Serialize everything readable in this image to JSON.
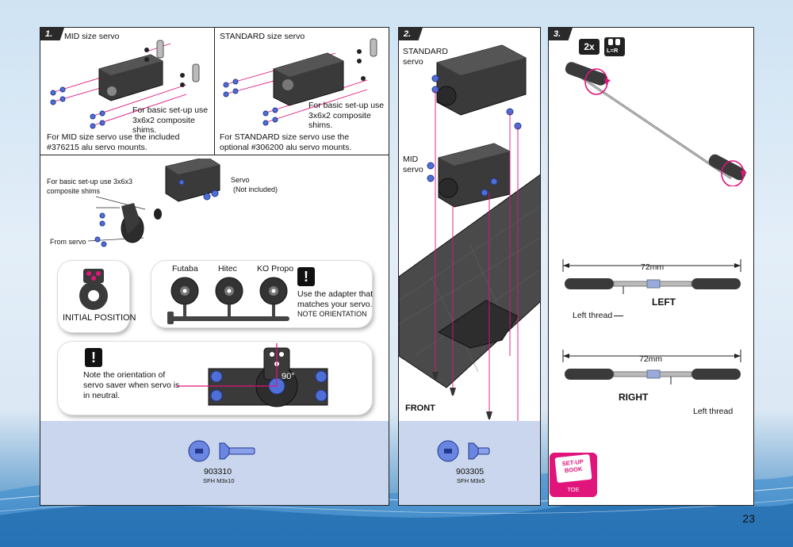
{
  "page_number": "23",
  "step1": {
    "number": "1.",
    "mid_title": "MID size servo",
    "standard_title": "STANDARD size servo",
    "mid_shim_note": "For basic set-up use 3x6x2 composite shims.",
    "standard_shim_note": "For basic set-up use 3x6x2 composite shims.",
    "mid_mount_note_1": "For MID size servo use the included",
    "mid_mount_note_2": "#376215 alu servo mounts.",
    "standard_mount_note_1": "For STANDARD size servo use the",
    "standard_mount_note_2": "optional #306200 alu servo mounts.",
    "saver_shim_note_1": "For basic set-up use 3x6x3",
    "saver_shim_note_2": "composite shims",
    "servo_label": "Servo",
    "servo_label_2": "(Not included)",
    "from_servo": "From servo",
    "initial_position": "INITIAL POSITION",
    "adapters": [
      "Futaba",
      "Hitec",
      "KO Propo"
    ],
    "adapter_note_1": "Use the adapter that",
    "adapter_note_2": "matches your servo.",
    "adapter_note_3": "NOTE ORIENTATION",
    "warn_symbol": "!",
    "orientation_note_1": "Note the orientation of",
    "orientation_note_2": "servo saver when servo is",
    "orientation_note_3": "in neutral.",
    "angle": "90°",
    "part_code": "903310",
    "part_desc": "SFH M3x10"
  },
  "step2": {
    "number": "2.",
    "standard_label_1": "STANDARD",
    "standard_label_2": "servo",
    "mid_label_1": "MID",
    "mid_label_2": "servo",
    "front_label": "FRONT",
    "part_code": "903305",
    "part_desc": "SFH M3x5"
  },
  "step3": {
    "number": "3.",
    "qty_badge": "2x",
    "lr_badge": "L=R",
    "left_length": "72mm",
    "left_label": "LEFT",
    "left_thread_note": "Left thread",
    "right_length": "72mm",
    "right_label": "RIGHT",
    "right_thread_note": "Left thread",
    "setup_book_1": "SET-UP",
    "setup_book_2": "BOOK",
    "setup_book_3": "TOE"
  },
  "colors": {
    "accent_magenta": "#e0147a",
    "part_blue": "#4f6fd8",
    "parts_bar": "#cad6ee"
  }
}
